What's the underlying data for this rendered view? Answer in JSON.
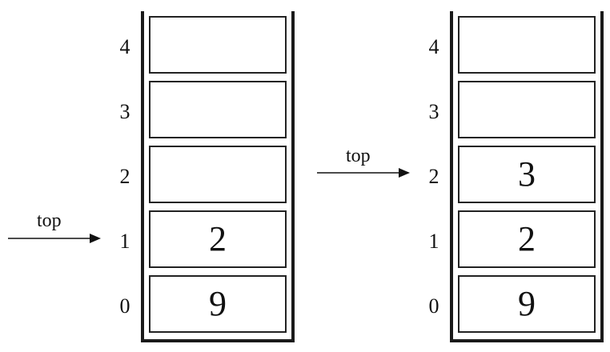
{
  "indices": [
    "0",
    "1",
    "2",
    "3",
    "4"
  ],
  "pointer_label": "top",
  "stacks": [
    {
      "cells": [
        "9",
        "2",
        "",
        "",
        ""
      ],
      "top_index": 1
    },
    {
      "cells": [
        "9",
        "2",
        "3",
        "",
        ""
      ],
      "top_index": 2
    }
  ]
}
